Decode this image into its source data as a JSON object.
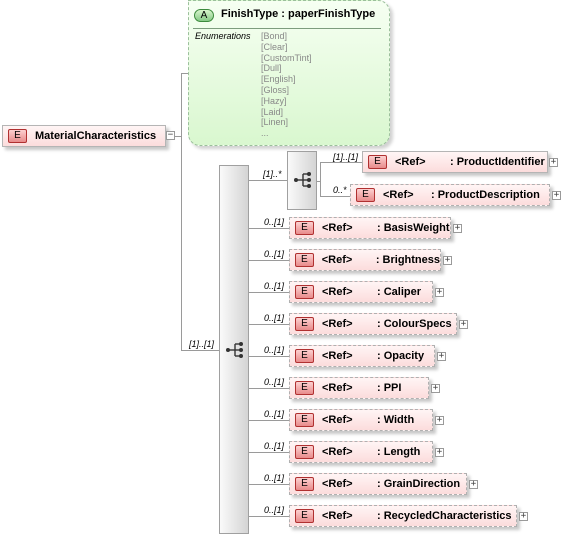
{
  "root": {
    "badge": "E",
    "name": "MaterialCharacteristics"
  },
  "attribute": {
    "badge": "A",
    "title": "FinishType : paperFinishType",
    "enum_header": "Enumerations",
    "enums": [
      "[Bond]",
      "[Clear]",
      "[CustomTint]",
      "[Dull]",
      "[English]",
      "[Gloss]",
      "[Hazy]",
      "[Laid]",
      "[Linen]",
      "..."
    ]
  },
  "outer_sequence": {
    "cardinality": "[1]..[1]"
  },
  "inner_choice": {
    "cardinality": "[1]..*",
    "children": [
      {
        "badge": "E",
        "ref": "<Ref>",
        "name": ": ProductIdentifier",
        "cardinality": "[1]..[1]"
      },
      {
        "badge": "E",
        "ref": "<Ref>",
        "name": ": ProductDescription",
        "cardinality": "0..*"
      }
    ]
  },
  "children": [
    {
      "badge": "E",
      "ref": "<Ref>",
      "name": ": BasisWeight",
      "cardinality": "0..[1]"
    },
    {
      "badge": "E",
      "ref": "<Ref>",
      "name": ": Brightness",
      "cardinality": "0..[1]"
    },
    {
      "badge": "E",
      "ref": "<Ref>",
      "name": ": Caliper",
      "cardinality": "0..[1]"
    },
    {
      "badge": "E",
      "ref": "<Ref>",
      "name": ": ColourSpecs",
      "cardinality": "0..[1]"
    },
    {
      "badge": "E",
      "ref": "<Ref>",
      "name": ": Opacity",
      "cardinality": "0..[1]"
    },
    {
      "badge": "E",
      "ref": "<Ref>",
      "name": ": PPI",
      "cardinality": "0..[1]"
    },
    {
      "badge": "E",
      "ref": "<Ref>",
      "name": ": Width",
      "cardinality": "0..[1]"
    },
    {
      "badge": "E",
      "ref": "<Ref>",
      "name": ": Length",
      "cardinality": "0..[1]"
    },
    {
      "badge": "E",
      "ref": "<Ref>",
      "name": ": GrainDirection",
      "cardinality": "0..[1]"
    },
    {
      "badge": "E",
      "ref": "<Ref>",
      "name": ": RecycledCharacteristics",
      "cardinality": "0..[1]"
    }
  ]
}
